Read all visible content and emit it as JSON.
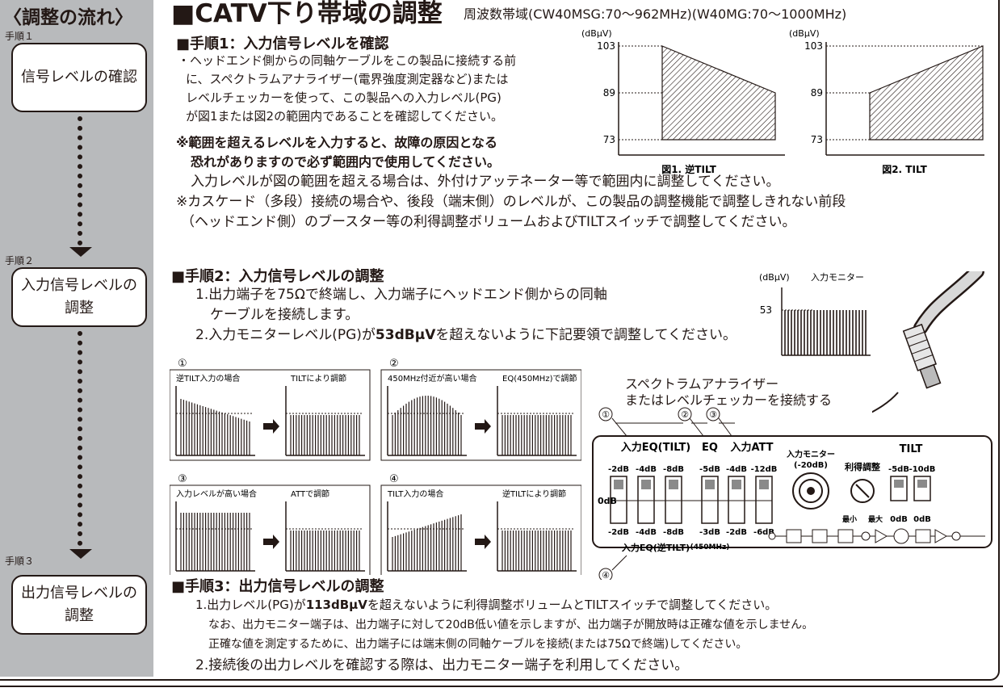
{
  "sidebar": {
    "title": "〈調整の流れ〉",
    "steps": [
      {
        "label": "手順１",
        "box": "信号レベルの確認"
      },
      {
        "label": "手順２",
        "box": "入力信号レベルの調整"
      },
      {
        "label": "手順３",
        "box": "出力信号レベルの調整"
      }
    ]
  },
  "header": {
    "title": "■CATV下り帯域の調整",
    "subtitle": "周波数帯域(CW40MSG:70～962MHz)(W40MG:70～1000MHz)"
  },
  "step1": {
    "heading": "■手順1：入力信号レベルを確認",
    "lines": [
      "・ヘッドエンド側からの同軸ケーブルをこの製品に接続する前",
      "に、スペクトラムアナライザー(電界強度測定器など)または",
      "レベルチェッカーを使って、この製品への入力レベル(PG)",
      "が図1または図2の範囲内であることを確認してください。"
    ],
    "warning": [
      "※範囲を超えるレベルを入力すると、故障の原因となる",
      "恐れがありますので必ず範囲内で使用してください。"
    ],
    "note1": "入力レベルが図の範囲を超える場合は、外付けアッテネーター等で範囲内に調整してください。",
    "note2": "※カスケード（多段）接続の場合や、後段（端末側）のレベルが、この製品の調整機能で調整しきれない前段",
    "note3": "（ヘッドエンド側）のブースター等の利得調整ボリュームおよびTILTスイッチで調整してください。"
  },
  "fig1": {
    "unit": "(dBμV)",
    "ticks": [
      "103",
      "89",
      "73"
    ],
    "caption": "図1. 逆TILT"
  },
  "fig2": {
    "unit": "(dBμV)",
    "ticks": [
      "103",
      "89",
      "73"
    ],
    "caption": "図2. TILT"
  },
  "step2": {
    "heading": "■手順2：入力信号レベルの調整",
    "line1": "1.出力端子を75Ωで終端し、入力端子にヘッドエンド側からの同軸",
    "line2": "ケーブルを接続します。",
    "line3a": "2.入力モニターレベル(PG)が",
    "line3b": "53dBμV",
    "line3c": "を超えないように下記要領で調整してください。"
  },
  "monitor": {
    "unit": "(dBμV)",
    "title": "入力モニター",
    "level": "53"
  },
  "panels": [
    {
      "num": "①",
      "left": "逆TILT入力の場合",
      "right": "TILTにより調節"
    },
    {
      "num": "②",
      "left": "450MHz付近が高い場合",
      "right": "EQ(450MHz)で調節"
    },
    {
      "num": "③",
      "left": "入力レベルが高い場合",
      "right": "ATTで調節"
    },
    {
      "num": "④",
      "left": "TILT入力の場合",
      "right": "逆TILTにより調節"
    }
  ],
  "device": {
    "analyzer1": "スペクトラムアナライザー",
    "analyzer2": "またはレベルチェッカーを接続する",
    "callouts": [
      "①",
      "②",
      "③",
      "④"
    ],
    "eq_tilt": "入力EQ(TILT)",
    "eq": "EQ",
    "att": "入力ATT",
    "top_vals": [
      "-2dB",
      "-4dB",
      "-8dB",
      "-5dB",
      "-4dB",
      "-12dB"
    ],
    "zero": "0dB",
    "bottom_vals": [
      "-2dB",
      "-4dB",
      "-8dB",
      "-3dB",
      "-2dB",
      "-6dB"
    ],
    "eq_rev": "入力EQ(逆TILT)",
    "mhz": "(450MHz)",
    "monitor1": "入力モニター",
    "monitor2": "(-20dB)",
    "gain": "利得調整",
    "min": "最小",
    "max": "最大",
    "tilt": "TILT",
    "tilt_top": [
      "-5dB",
      "-10dB"
    ],
    "tilt_bottom": [
      "0dB",
      "0dB"
    ]
  },
  "step3": {
    "heading": "■手順3：出力信号レベルの調整",
    "line1a": "1.出力レベル(PG)が",
    "line1b": "113dBμV",
    "line1c": "を超えないように利得調整ボリュームとTILTスイッチで調整してください。",
    "line2": "なお、出力モニター端子は、出力端子に対して20dB低い値を示しますが、出力端子が開放時は正確な値を示しません。",
    "line3": "正確な値を測定するために、出力端子には端末側の同軸ケーブルを接続(または75Ωで終端)してください。",
    "line4": "2.接続後の出力レベルを確認する際は、出力モニター端子を利用してください。"
  }
}
